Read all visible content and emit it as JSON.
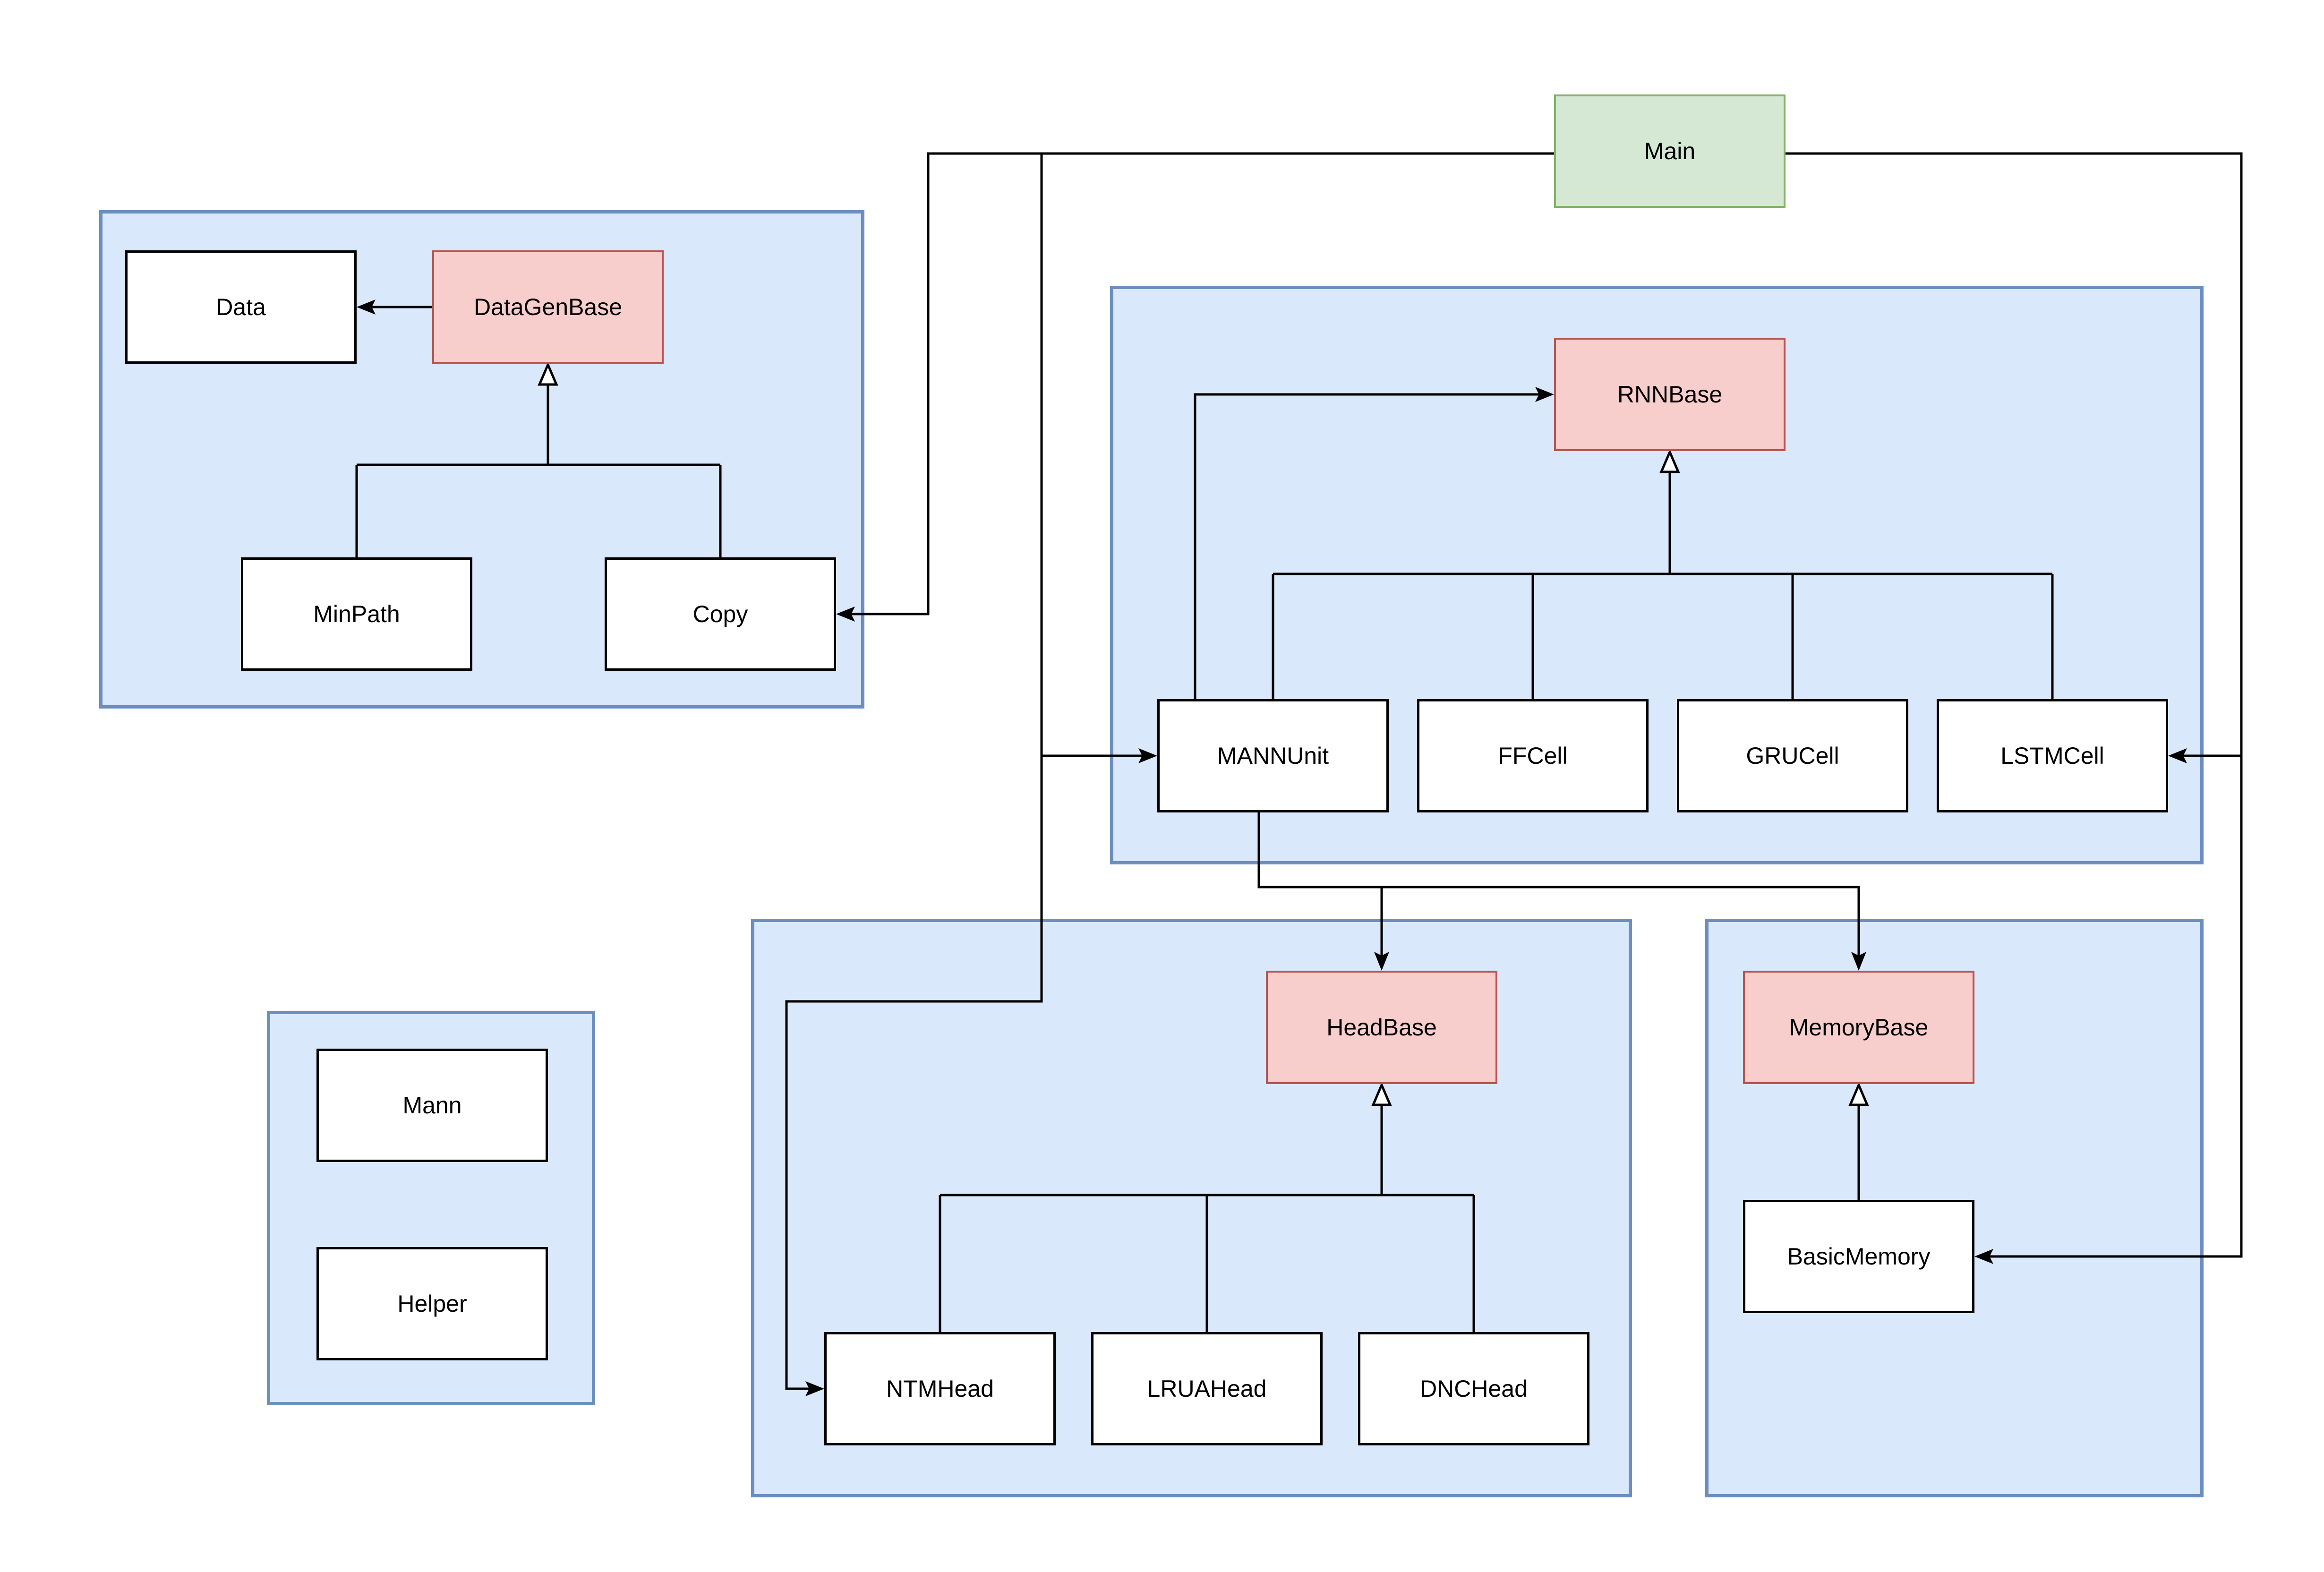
{
  "diagram": {
    "type": "class-dependency-diagram",
    "colors": {
      "container_fill": "#dae8fc",
      "container_border": "#6c8ebf",
      "class_fill": "#ffffff",
      "class_border": "#000000",
      "base_fill": "#f8cecc",
      "base_border": "#b85450",
      "main_fill": "#d5e8d4",
      "main_border": "#82b366",
      "edge_color": "#000000",
      "canvas_bg": "#ffffff"
    },
    "nodes": {
      "main": {
        "label": "Main",
        "kind": "entry-point"
      },
      "data": {
        "label": "Data",
        "kind": "class"
      },
      "datagenbase": {
        "label": "DataGenBase",
        "kind": "base-class"
      },
      "minpath": {
        "label": "MinPath",
        "kind": "class"
      },
      "copy": {
        "label": "Copy",
        "kind": "class"
      },
      "rnnbase": {
        "label": "RNNBase",
        "kind": "base-class"
      },
      "mannunit": {
        "label": "MANNUnit",
        "kind": "class"
      },
      "ffcell": {
        "label": "FFCell",
        "kind": "class"
      },
      "grucell": {
        "label": "GRUCell",
        "kind": "class"
      },
      "lstmcell": {
        "label": "LSTMCell",
        "kind": "class"
      },
      "headbase": {
        "label": "HeadBase",
        "kind": "base-class"
      },
      "ntmhead": {
        "label": "NTMHead",
        "kind": "class"
      },
      "lruahead": {
        "label": "LRUAHead",
        "kind": "class"
      },
      "dnchead": {
        "label": "DNCHead",
        "kind": "class"
      },
      "memorybase": {
        "label": "MemoryBase",
        "kind": "base-class"
      },
      "basicmemory": {
        "label": "BasicMemory",
        "kind": "class"
      },
      "mann": {
        "label": "Mann",
        "kind": "class"
      },
      "helper": {
        "label": "Helper",
        "kind": "class"
      }
    },
    "edges": [
      {
        "from": "DataGenBase",
        "to": "Data",
        "style": "solid-arrow"
      },
      {
        "from": "MinPath",
        "to": "DataGenBase",
        "style": "inheritance-triangle"
      },
      {
        "from": "Copy",
        "to": "DataGenBase",
        "style": "inheritance-triangle"
      },
      {
        "from": "Main",
        "to": "Copy",
        "style": "solid-arrow"
      },
      {
        "from": "Main",
        "to": "MANNUnit",
        "style": "solid-arrow"
      },
      {
        "from": "Main",
        "to": "NTMHead",
        "style": "solid-arrow"
      },
      {
        "from": "Main",
        "to": "LSTMCell",
        "style": "solid-arrow"
      },
      {
        "from": "Main",
        "to": "BasicMemory",
        "style": "solid-arrow"
      },
      {
        "from": "MANNUnit",
        "to": "RNNBase",
        "style": "solid-arrow"
      },
      {
        "from": "MANNUnit",
        "to": "RNNBase",
        "style": "inheritance-triangle"
      },
      {
        "from": "FFCell",
        "to": "RNNBase",
        "style": "inheritance-triangle"
      },
      {
        "from": "GRUCell",
        "to": "RNNBase",
        "style": "inheritance-triangle"
      },
      {
        "from": "LSTMCell",
        "to": "RNNBase",
        "style": "inheritance-triangle"
      },
      {
        "from": "MANNUnit",
        "to": "HeadBase",
        "style": "solid-arrow"
      },
      {
        "from": "MANNUnit",
        "to": "MemoryBase",
        "style": "solid-arrow"
      },
      {
        "from": "NTMHead",
        "to": "HeadBase",
        "style": "inheritance-triangle"
      },
      {
        "from": "LRUAHead",
        "to": "HeadBase",
        "style": "inheritance-triangle"
      },
      {
        "from": "DNCHead",
        "to": "HeadBase",
        "style": "inheritance-triangle"
      },
      {
        "from": "BasicMemory",
        "to": "MemoryBase",
        "style": "inheritance-triangle"
      }
    ]
  }
}
